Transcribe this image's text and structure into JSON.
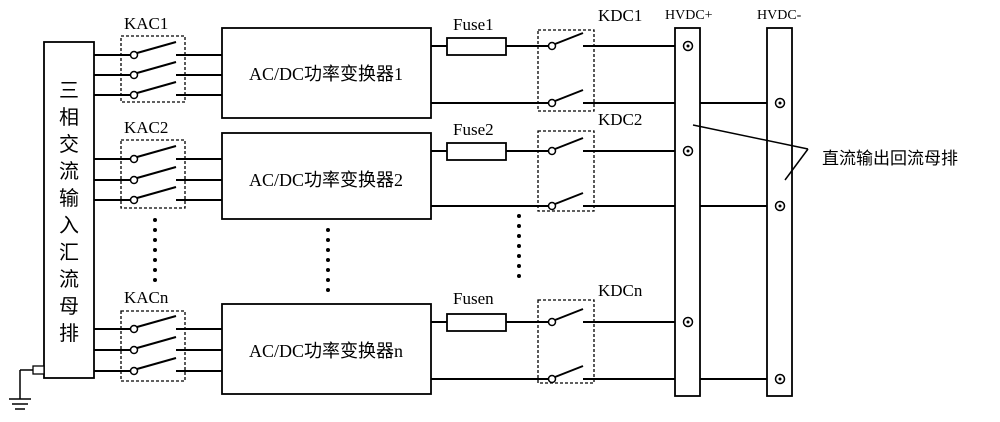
{
  "title": "",
  "input_busbar": {
    "label_chars": [
      "三",
      "相",
      "交",
      "流",
      "输",
      "入",
      "汇",
      "流",
      "母",
      "排"
    ]
  },
  "rows": [
    {
      "kac": "KAC1",
      "converter": "AC/DC功率变换器1",
      "fuse": "Fuse1",
      "kdc": "KDC1"
    },
    {
      "kac": "KAC2",
      "converter": "AC/DC功率变换器2",
      "fuse": "Fuse2",
      "kdc": "KDC2"
    },
    {
      "kac": "KACn",
      "converter": "AC/DC功率变换器n",
      "fuse": "Fusen",
      "kdc": "KDCn"
    }
  ],
  "output_bus": {
    "positive_label": "HVDC+",
    "negative_label": "HVDC-",
    "annotation": "直流输出回流母排"
  },
  "colors": {
    "line": "#000000",
    "background": "#ffffff"
  }
}
